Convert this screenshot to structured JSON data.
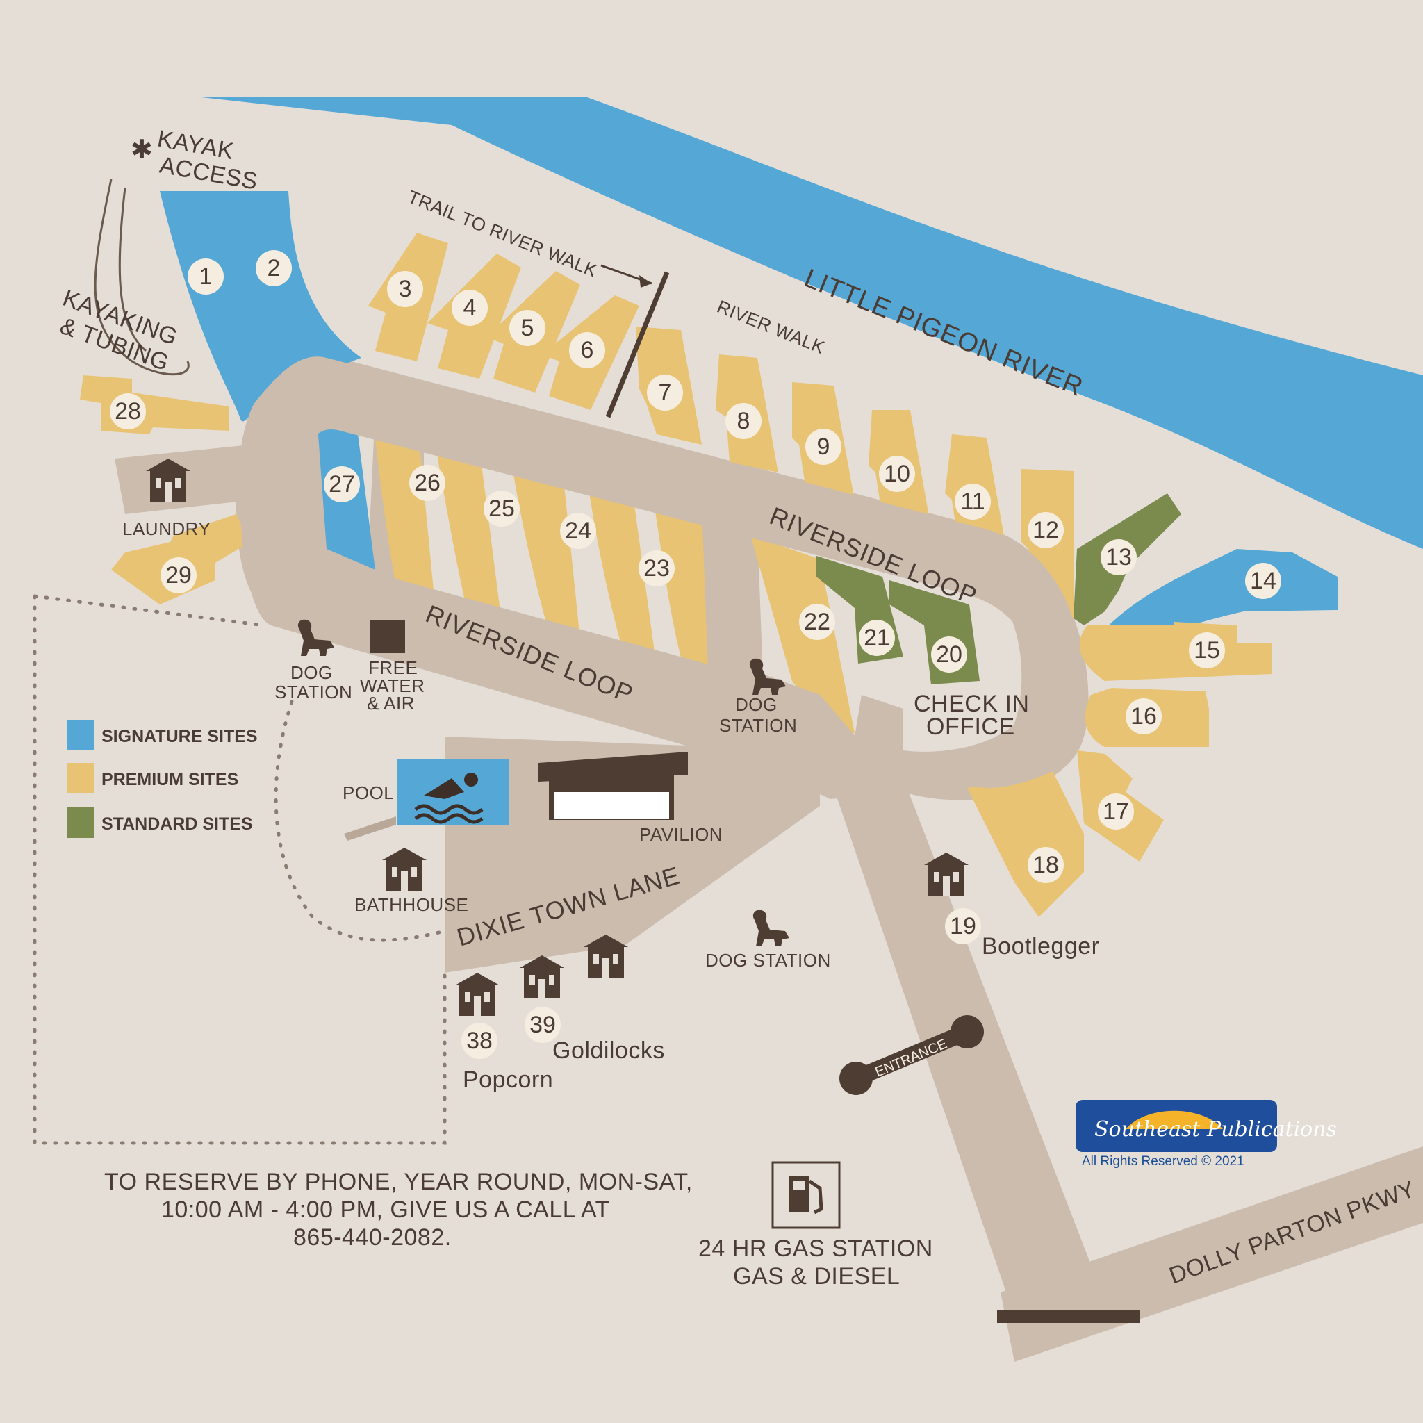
{
  "river": {
    "name": "LITTLE PIGEON RIVER",
    "color": "#55a8d6"
  },
  "roads": {
    "riverside_upper": "RIVERSIDE LOOP",
    "riverside_lower": "RIVERSIDE LOOP",
    "dixie": "DIXIE TOWN LANE",
    "dolly": "DOLLY PARTON PKWY",
    "entrance": "ENTRANCE"
  },
  "labels": {
    "kayak_access_1": "KAYAK",
    "kayak_access_2": "ACCESS",
    "kayaking_1": "KAYAKING",
    "kayaking_2": "& TUBING",
    "trail": "TRAIL TO RIVER WALK",
    "river_walk": "RIVER WALK",
    "laundry": "LAUNDRY",
    "dog_station_a1": "DOG",
    "dog_station_a2": "STATION",
    "free_water_1": "FREE",
    "free_water_2": "WATER",
    "free_water_3": "& AIR",
    "dog_station_b1": "DOG",
    "dog_station_b2": "STATION",
    "check_in_1": "CHECK IN",
    "check_in_2": "OFFICE",
    "pool": "POOL",
    "pavilion": "PAVILION",
    "bathhouse": "BATHHOUSE",
    "dog_station_c": "DOG STATION",
    "gas_1": "24 HR GAS STATION",
    "gas_2": "GAS & DIESEL"
  },
  "legend": [
    {
      "label": "SIGNATURE SITES",
      "color": "#55a8d6"
    },
    {
      "label": "PREMIUM SITES",
      "color": "#e8c373"
    },
    {
      "label": "STANDARD SITES",
      "color": "#7b8a4d"
    }
  ],
  "sites": [
    {
      "number": "1",
      "type": "signature"
    },
    {
      "number": "2",
      "type": "signature"
    },
    {
      "number": "3",
      "type": "premium"
    },
    {
      "number": "4",
      "type": "premium"
    },
    {
      "number": "5",
      "type": "premium"
    },
    {
      "number": "6",
      "type": "premium"
    },
    {
      "number": "7",
      "type": "premium"
    },
    {
      "number": "8",
      "type": "premium"
    },
    {
      "number": "9",
      "type": "premium"
    },
    {
      "number": "10",
      "type": "premium"
    },
    {
      "number": "11",
      "type": "premium"
    },
    {
      "number": "12",
      "type": "premium"
    },
    {
      "number": "13",
      "type": "standard"
    },
    {
      "number": "14",
      "type": "signature"
    },
    {
      "number": "15",
      "type": "premium"
    },
    {
      "number": "16",
      "type": "premium"
    },
    {
      "number": "17",
      "type": "premium"
    },
    {
      "number": "18",
      "type": "premium"
    },
    {
      "number": "20",
      "type": "standard"
    },
    {
      "number": "21",
      "type": "standard"
    },
    {
      "number": "22",
      "type": "premium"
    },
    {
      "number": "23",
      "type": "premium"
    },
    {
      "number": "24",
      "type": "premium"
    },
    {
      "number": "25",
      "type": "premium"
    },
    {
      "number": "26",
      "type": "premium"
    },
    {
      "number": "27",
      "type": "signature"
    },
    {
      "number": "28",
      "type": "premium"
    },
    {
      "number": "29",
      "type": "premium"
    }
  ],
  "cabins": [
    {
      "number": "19",
      "name": "Bootlegger"
    },
    {
      "number": "38",
      "name": "Popcorn"
    },
    {
      "number": "39",
      "name": "Goldilocks"
    }
  ],
  "reserve_note": [
    "TO RESERVE BY PHONE, YEAR ROUND, MON-SAT,",
    "10:00 AM - 4:00 PM, GIVE US A CALL AT",
    "865-440-2082."
  ],
  "publisher": {
    "name": "Southeast Publications",
    "rights": "All Rights Reserved © 2021"
  },
  "icons": [
    "kayak-access-icon",
    "dog-icon",
    "water-air-icon",
    "pool-icon",
    "gas-pump-icon",
    "cabin-icon",
    "entrance-gate-icon"
  ]
}
